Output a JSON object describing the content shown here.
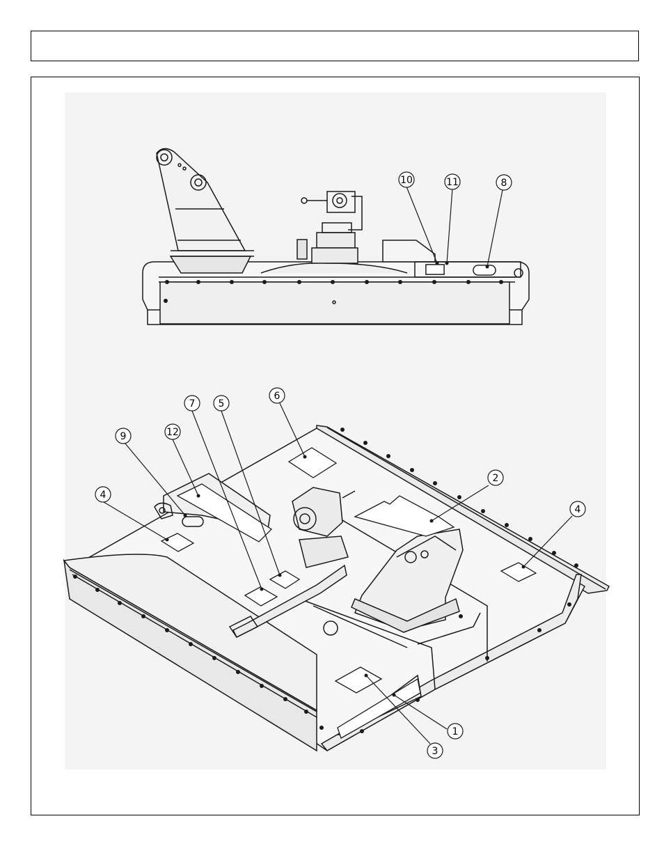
{
  "header": {
    "title": ""
  },
  "figure": {
    "background_color": "#f4f4f4",
    "line_color": "#1a1a1a",
    "callouts": [
      {
        "id": "c10",
        "label": "10"
      },
      {
        "id": "c11",
        "label": "11"
      },
      {
        "id": "c8",
        "label": "8"
      },
      {
        "id": "c6",
        "label": "6"
      },
      {
        "id": "c7",
        "label": "7"
      },
      {
        "id": "c5",
        "label": "5"
      },
      {
        "id": "c12",
        "label": "12"
      },
      {
        "id": "c9",
        "label": "9"
      },
      {
        "id": "c4a",
        "label": "4"
      },
      {
        "id": "c2",
        "label": "2"
      },
      {
        "id": "c4b",
        "label": "4"
      },
      {
        "id": "c1",
        "label": "1"
      },
      {
        "id": "c3",
        "label": "3"
      }
    ]
  }
}
